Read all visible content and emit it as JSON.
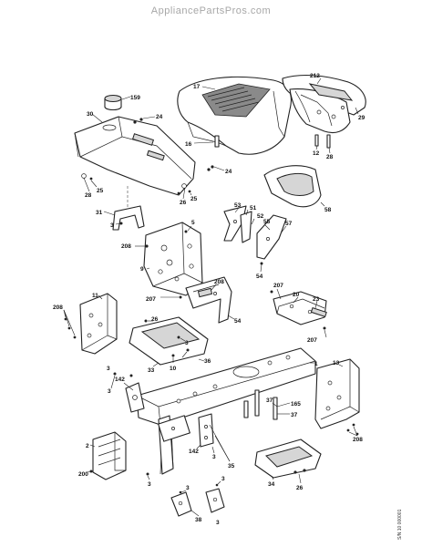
{
  "watermark": "AppliancePartsPros.com",
  "diagram_code": "S/N 10 000001",
  "callouts": [
    {
      "id": "c-17",
      "text": "17"
    },
    {
      "id": "c-212",
      "text": "212"
    },
    {
      "id": "c-29",
      "text": "29"
    },
    {
      "id": "c-159",
      "text": "159"
    },
    {
      "id": "c-30",
      "text": "30"
    },
    {
      "id": "c-24a",
      "text": "24"
    },
    {
      "id": "c-16",
      "text": "16"
    },
    {
      "id": "c-12",
      "text": "12"
    },
    {
      "id": "c-28a",
      "text": "28"
    },
    {
      "id": "c-24b",
      "text": "24"
    },
    {
      "id": "c-28b",
      "text": "28"
    },
    {
      "id": "c-25a",
      "text": "25"
    },
    {
      "id": "c-26a",
      "text": "26"
    },
    {
      "id": "c-25b",
      "text": "25"
    },
    {
      "id": "c-58",
      "text": "58"
    },
    {
      "id": "c-31",
      "text": "31"
    },
    {
      "id": "c-3a",
      "text": "3"
    },
    {
      "id": "c-53",
      "text": "53"
    },
    {
      "id": "c-51",
      "text": "51"
    },
    {
      "id": "c-52",
      "text": "52"
    },
    {
      "id": "c-55",
      "text": "55"
    },
    {
      "id": "c-5",
      "text": "5"
    },
    {
      "id": "c-57",
      "text": "57"
    },
    {
      "id": "c-208a",
      "text": "208"
    },
    {
      "id": "c-9",
      "text": "9"
    },
    {
      "id": "c-208b",
      "text": "208"
    },
    {
      "id": "c-54a",
      "text": "54"
    },
    {
      "id": "c-207a",
      "text": "207"
    },
    {
      "id": "c-20",
      "text": "20"
    },
    {
      "id": "c-23",
      "text": "23"
    },
    {
      "id": "c-11",
      "text": "11"
    },
    {
      "id": "c-208c",
      "text": "208"
    },
    {
      "id": "c-207b",
      "text": "207"
    },
    {
      "id": "c-54b",
      "text": "54"
    },
    {
      "id": "c-26b",
      "text": "26"
    },
    {
      "id": "c-3b",
      "text": "3"
    },
    {
      "id": "c-207c",
      "text": "207"
    },
    {
      "id": "c-1",
      "text": "1"
    },
    {
      "id": "c-13",
      "text": "13"
    },
    {
      "id": "c-3c",
      "text": "3"
    },
    {
      "id": "c-33",
      "text": "33"
    },
    {
      "id": "c-10",
      "text": "10"
    },
    {
      "id": "c-36",
      "text": "36"
    },
    {
      "id": "c-142a",
      "text": "142"
    },
    {
      "id": "c-3d",
      "text": "3"
    },
    {
      "id": "c-37a",
      "text": "37"
    },
    {
      "id": "c-165",
      "text": "165"
    },
    {
      "id": "c-37b",
      "text": "37"
    },
    {
      "id": "c-208d",
      "text": "208"
    },
    {
      "id": "c-2",
      "text": "2"
    },
    {
      "id": "c-142b",
      "text": "142"
    },
    {
      "id": "c-3e",
      "text": "3"
    },
    {
      "id": "c-35",
      "text": "35"
    },
    {
      "id": "c-3f",
      "text": "3"
    },
    {
      "id": "c-200",
      "text": "200"
    },
    {
      "id": "c-3g",
      "text": "3"
    },
    {
      "id": "c-34",
      "text": "34"
    },
    {
      "id": "c-26c",
      "text": "26"
    },
    {
      "id": "c-3h",
      "text": "3"
    },
    {
      "id": "c-38",
      "text": "38"
    },
    {
      "id": "c-3i",
      "text": "3"
    }
  ]
}
